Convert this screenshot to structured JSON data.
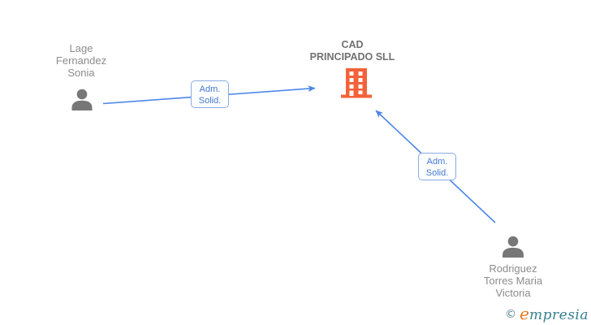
{
  "diagram": {
    "nodes": {
      "person1": {
        "type": "person",
        "full_name": "Lage Fernandez Sonia",
        "label_lines": [
          "Lage",
          "Fernandez",
          "Sonia"
        ]
      },
      "company": {
        "type": "company",
        "full_name": "CAD PRINCIPADO SLL",
        "label_lines": [
          "CAD",
          "PRINCIPADO SLL"
        ]
      },
      "person2": {
        "type": "person",
        "full_name": "Rodriguez Torres Maria Victoria",
        "label_lines": [
          "Rodriguez",
          "Torres Maria",
          "Victoria"
        ]
      }
    },
    "edges": [
      {
        "from": "person1",
        "to": "company",
        "relation": "Adm. Solid.",
        "label_lines": [
          "Adm.",
          "Solid."
        ]
      },
      {
        "from": "person2",
        "to": "company",
        "relation": "Adm. Solid.",
        "label_lines": [
          "Adm.",
          "Solid."
        ]
      }
    ]
  },
  "footer": {
    "copyright_symbol": "©",
    "brand_initial": "e",
    "brand_rest": "mpresia",
    "brand_name": "empresia"
  },
  "colors": {
    "background": "#ffffff",
    "person_icon": "#777777",
    "person_label": "#8c8c8c",
    "company_title": "#717171",
    "company_icon": "#f4613a",
    "edge_line": "#4a86e8",
    "edge_label_border": "#8aabe4",
    "edge_label_text": "#4478d0",
    "brand_teal": "#35808e",
    "brand_orange": "#e87820"
  }
}
